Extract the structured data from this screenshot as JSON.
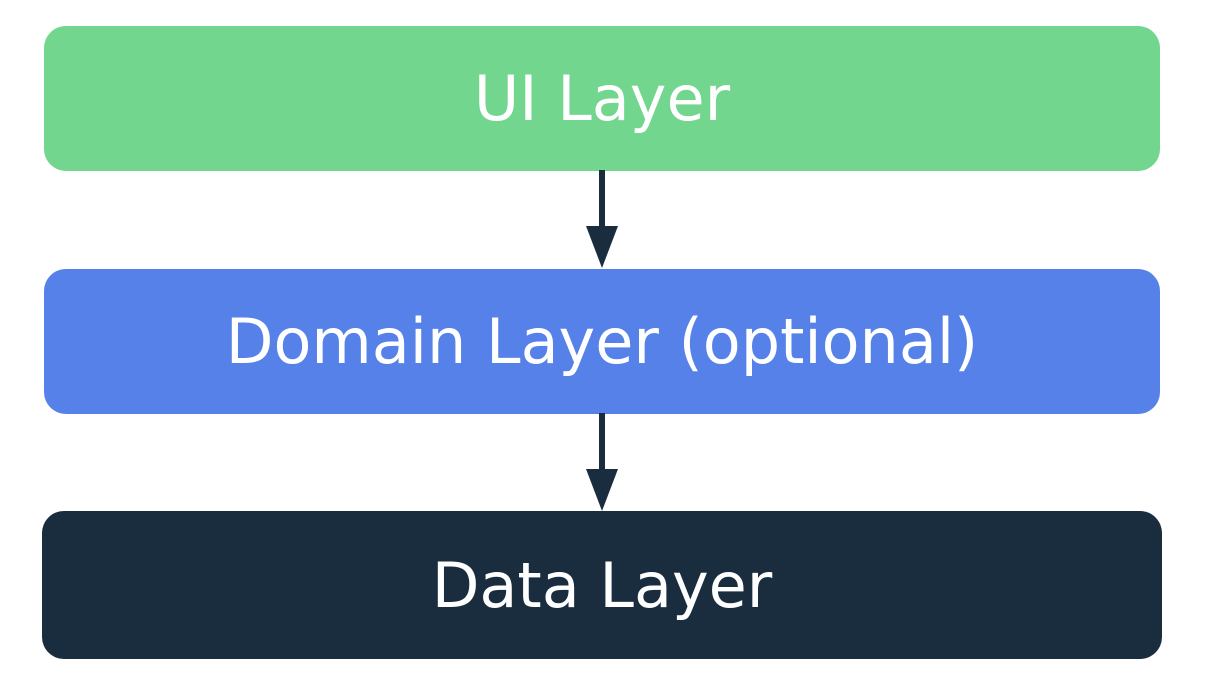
{
  "diagram": {
    "layers": [
      {
        "id": "ui",
        "label": "UI Layer",
        "color": "#72d68e"
      },
      {
        "id": "domain",
        "label": "Domain Layer (optional)",
        "color": "#5581e9"
      },
      {
        "id": "data",
        "label": "Data Layer",
        "color": "#192d3f"
      }
    ],
    "arrows": [
      {
        "from": "UI Layer",
        "to": "Domain Layer (optional)"
      },
      {
        "from": "Domain Layer (optional)",
        "to": "Data Layer"
      }
    ],
    "arrow_color": "#192d3f"
  }
}
